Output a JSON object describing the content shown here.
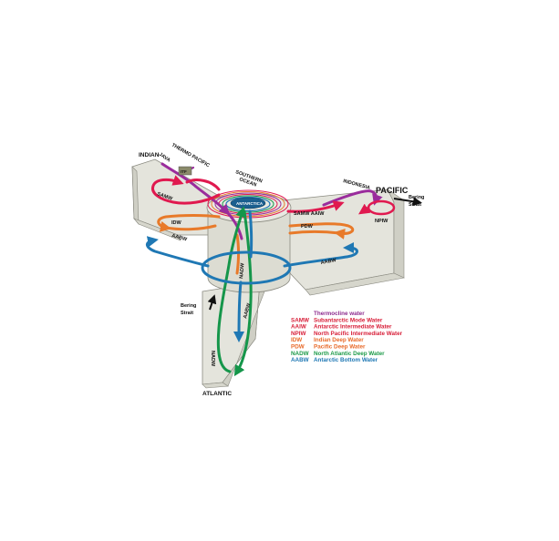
{
  "basins": {
    "indian": "INDIAN",
    "pacific": "PACIFIC",
    "atlantic": "ATLANTIC",
    "southern": "SOUTHERN",
    "southern2": "OCEAN",
    "antarctica": "ANTARCTICA"
  },
  "labels": {
    "itf": "ITF",
    "indonesia": "INDONESIA",
    "java": "JAVA",
    "thermo_pacific": "THERMO PACIFIC",
    "bering_pacific_1": "Bering",
    "bering_pacific_2": "Strait",
    "bering_atlantic_1": "Bering",
    "bering_atlantic_2": "Strait",
    "samw_indian": "SAMW",
    "idw_indian": "IDW",
    "aabw_indian": "AABW",
    "samw_aaiw_pacific": "SAMW AAIW",
    "pdw_pacific": "PDW",
    "npiw_pacific": "NPIW",
    "aabw_pacific": "AABW",
    "nadw_south": "NADW",
    "nadw_atlantic": "NADW",
    "aabw_atlantic": "AABW"
  },
  "legend": [
    {
      "abbr": "",
      "name": "Thermocline water",
      "color": "#8e2c8e"
    },
    {
      "abbr": "SAMW",
      "name": "Subantarctic Mode Water",
      "color": "#d8203a"
    },
    {
      "abbr": "AAIW",
      "name": "Antarctic Intermediate Water",
      "color": "#d8203a"
    },
    {
      "abbr": "NPIW",
      "name": "North Pacific Intermediate Water",
      "color": "#d8203a"
    },
    {
      "abbr": "IDW",
      "name": "Indian Deep Water",
      "color": "#e86a2a"
    },
    {
      "abbr": "PDW",
      "name": "Pacific Deep Water",
      "color": "#e86a2a"
    },
    {
      "abbr": "NADW",
      "name": "North Atlantic Deep Water",
      "color": "#1c9a48"
    },
    {
      "abbr": "AABW",
      "name": "Antarctic Bottom Water",
      "color": "#1f78b4"
    }
  ],
  "colors": {
    "thermocline": "#9a2c9c",
    "samw": "#e0194f",
    "deep": "#e87a2a",
    "nadw": "#15964a",
    "aabw": "#1f78b4",
    "box_face": "#e6e6de",
    "box_side": "#cfcfc5",
    "box_edge": "#8a8a80"
  }
}
